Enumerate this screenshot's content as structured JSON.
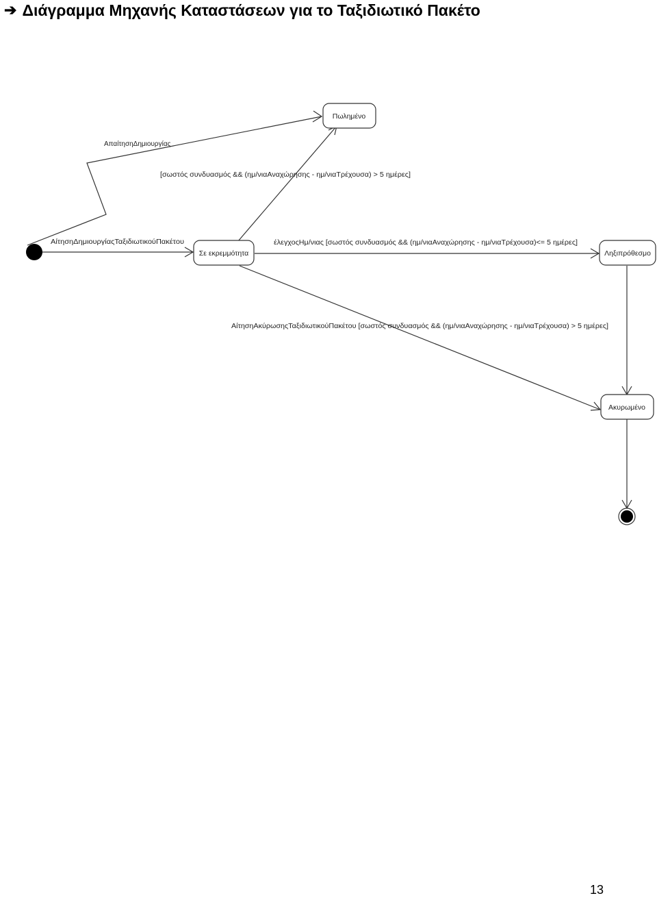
{
  "heading": {
    "arrow": "➔",
    "title": "Διάγραμμα Μηχανής Καταστάσεων για το Ταξιδιωτικό Πακέτο"
  },
  "diagram": {
    "states": [
      {
        "id": "polimeno",
        "label": "Πωλημένο"
      },
      {
        "id": "ekremotita",
        "label": "Σε εκρεμμότητα"
      },
      {
        "id": "lixiprothesmo",
        "label": "Ληξιπρόθεσμο"
      },
      {
        "id": "akyromeno",
        "label": "Ακυρωμένο"
      }
    ],
    "transitions": {
      "apaitisi": "ΑπαίτησηΔημιουργίας",
      "guard_sold": "[σωστός συνδυασμός && (ημ/νιαΑναχώρησης - ημ/νιαΤρέχουσα) > 5 ημέρες]",
      "create_request": "ΑίτησηΔημιουργίαςΤαξιδιωτικούΠακέτου",
      "check_date": "έλεγχοςΗμ/νιας [σωστός συνδυασμός && (ημ/νιαΑναχώρησης - ημ/νιαΤρέχουσα)<= 5 ημέρες]",
      "cancel_request": "ΑίτησηΑκύρωσηςΤαξιδιωτικούΠακέτου [σωστός συνδυασμός && (ημ/νιαΑναχώρησης - ημ/νιαΤρέχουσα) > 5 ημέρες]"
    }
  },
  "page_number": "13"
}
